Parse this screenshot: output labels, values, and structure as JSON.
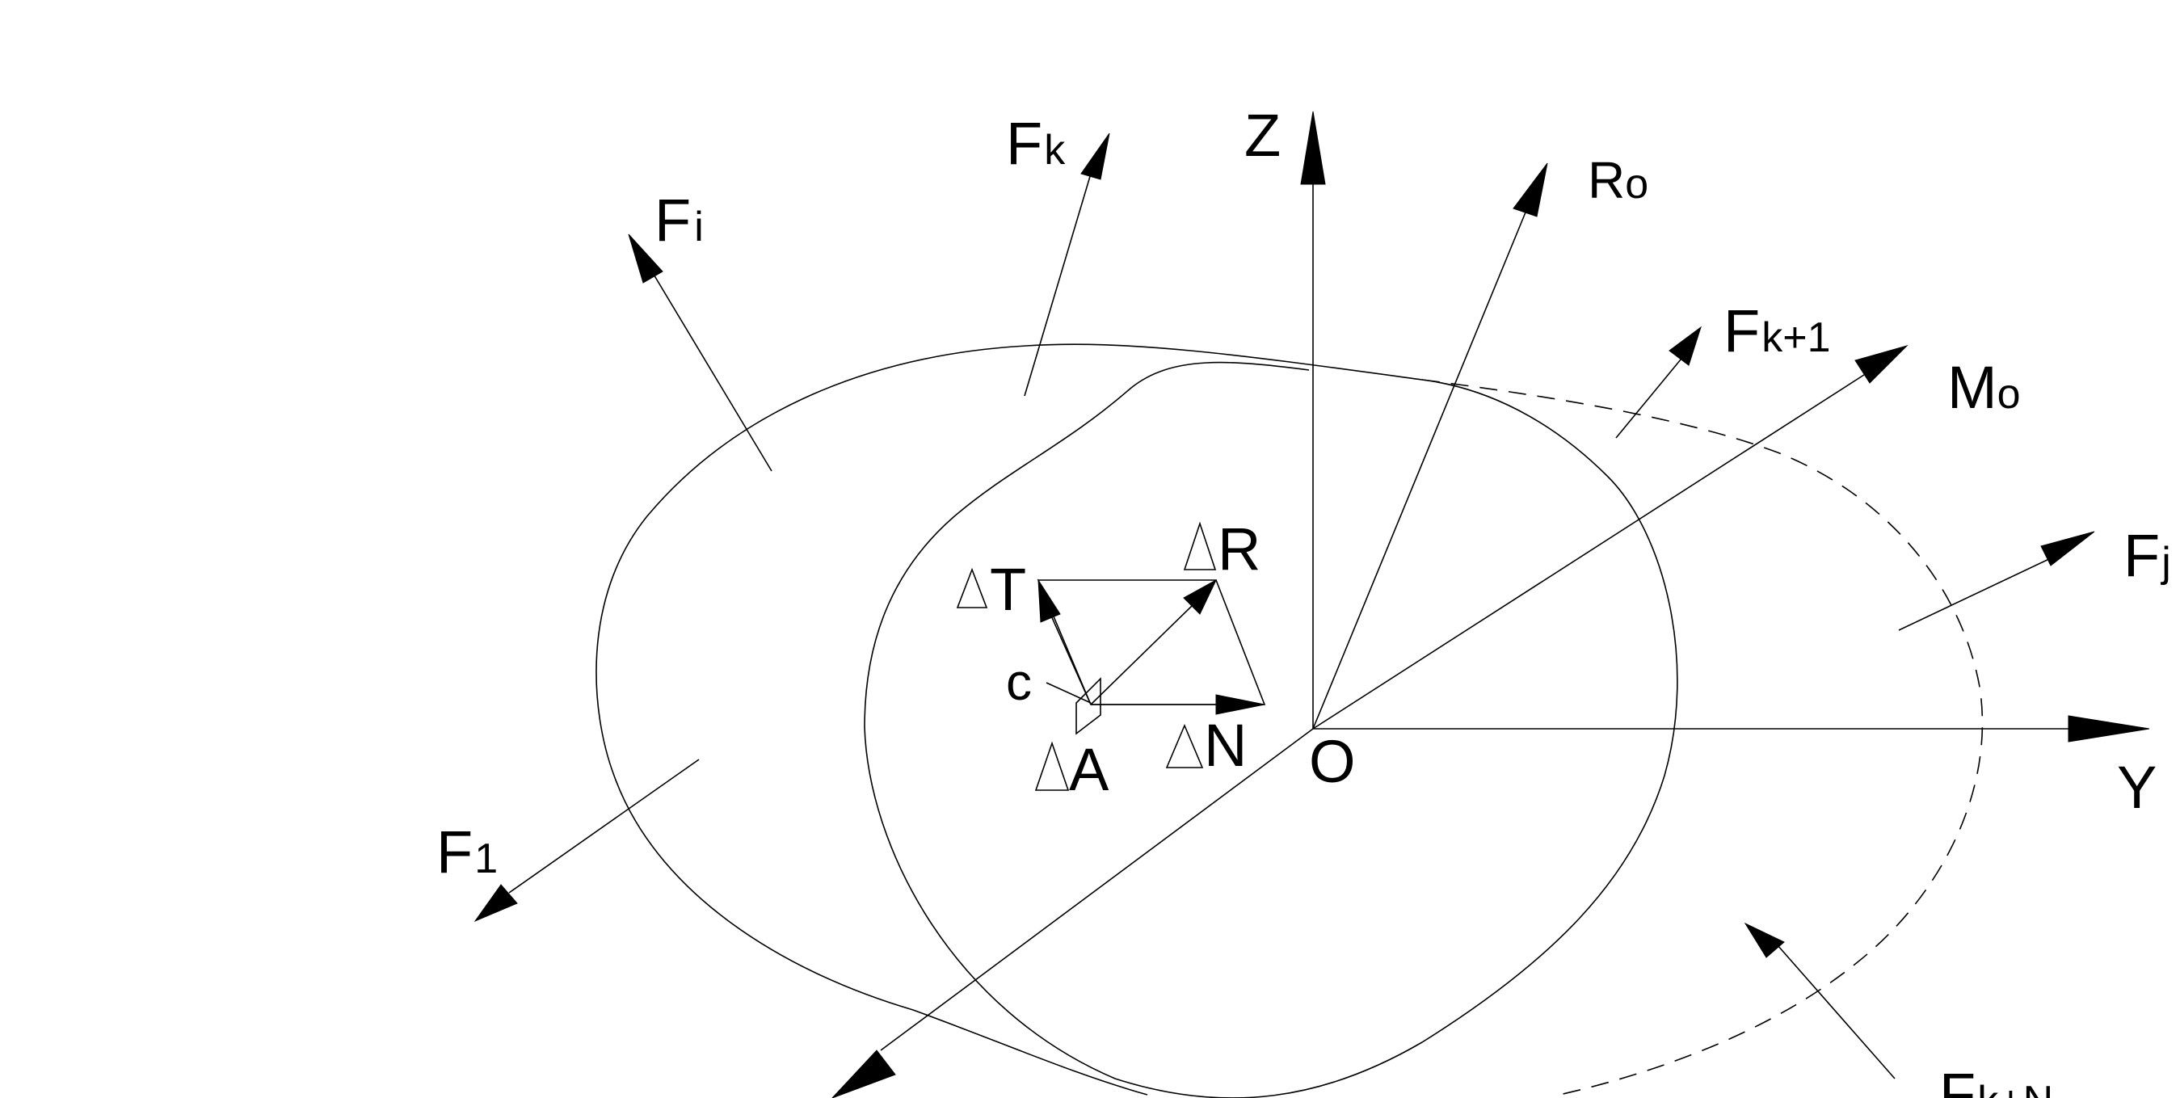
{
  "labels": {
    "z_axis": "Z",
    "y_axis": "Y",
    "origin": "O",
    "f_k": {
      "main": "F",
      "sub": "k"
    },
    "f_i": {
      "main": "F",
      "sub": "i"
    },
    "r_o": {
      "main": "R",
      "sub": "o"
    },
    "f_k1": {
      "main": "F",
      "sub": "k+1"
    },
    "m_o": {
      "main": "M",
      "sub": "o"
    },
    "f_j": {
      "main": "F",
      "sub": "j"
    },
    "f_1": {
      "main": "F",
      "sub": "1"
    },
    "f_kn": {
      "main": "F",
      "sub": "k+N"
    },
    "delta_t": "T",
    "delta_r": "R",
    "delta_n": "N",
    "delta_a": "A",
    "point_c": "c"
  }
}
